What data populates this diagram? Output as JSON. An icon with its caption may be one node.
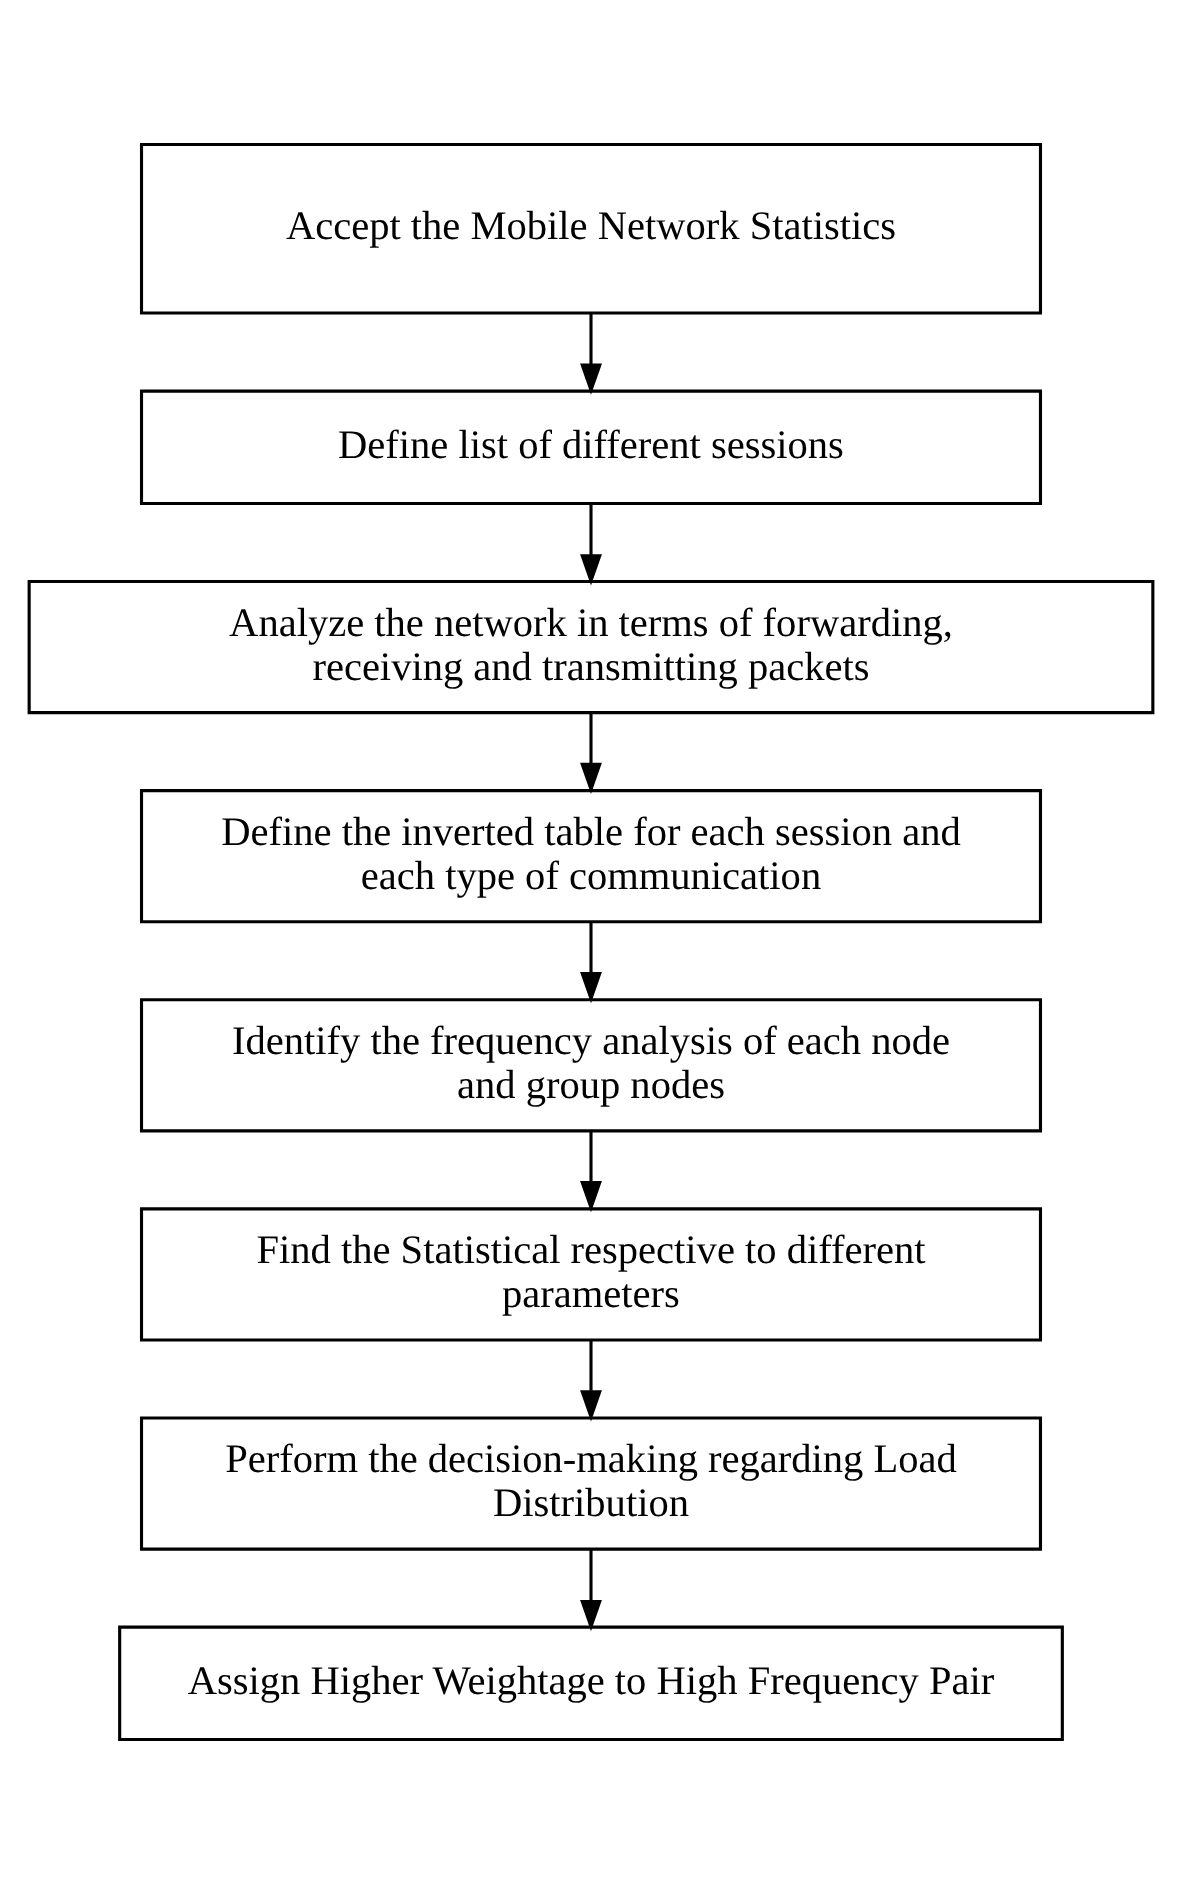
{
  "diagram": {
    "nodes": [
      {
        "text": [
          "Accept the Mobile Network Statistics"
        ]
      },
      {
        "text": [
          "Define list of different sessions"
        ]
      },
      {
        "text": [
          "Analyze the network in terms of forwarding, receiving and transmitting packets"
        ]
      },
      {
        "text": [
          "Define the inverted table for each session and each type of communication"
        ]
      },
      {
        "text": [
          "Identify the frequency analysis of each node and group nodes"
        ]
      },
      {
        "text": [
          "Find the Statistical respective to different parameters"
        ]
      },
      {
        "text": [
          "Perform the decision-making regarding Load Distribution"
        ]
      },
      {
        "text": [
          "Assign Higher Weightage to High Frequency Pair"
        ]
      }
    ],
    "edges": [
      {
        "from": 0,
        "to": 1,
        "arrow": "to"
      },
      {
        "from": 1,
        "to": 2,
        "arrow": "to"
      },
      {
        "from": 2,
        "to": 3,
        "arrow": "to"
      },
      {
        "from": 3,
        "to": 4,
        "arrow": "to"
      },
      {
        "from": 4,
        "to": 5,
        "arrow": "to"
      },
      {
        "from": 5,
        "to": 6,
        "arrow": "to"
      },
      {
        "from": 6,
        "to": 7,
        "arrow": "to"
      }
    ]
  }
}
